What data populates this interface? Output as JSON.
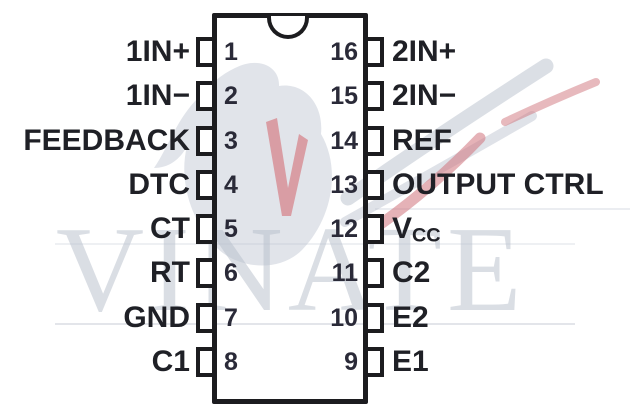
{
  "diagram_type": "ic-pinout-16-dip",
  "pins": {
    "left": [
      {
        "num": "1",
        "label": "1IN+"
      },
      {
        "num": "2",
        "label": "1IN−"
      },
      {
        "num": "3",
        "label": "FEEDBACK"
      },
      {
        "num": "4",
        "label": "DTC"
      },
      {
        "num": "5",
        "label": "CT"
      },
      {
        "num": "6",
        "label": "RT"
      },
      {
        "num": "7",
        "label": "GND"
      },
      {
        "num": "8",
        "label": "C1"
      }
    ],
    "right": [
      {
        "num": "16",
        "label": "2IN+",
        "sub": ""
      },
      {
        "num": "15",
        "label": "2IN−",
        "sub": ""
      },
      {
        "num": "14",
        "label": "REF",
        "sub": ""
      },
      {
        "num": "13",
        "label": "OUTPUT CTRL",
        "sub": ""
      },
      {
        "num": "12",
        "label": "V",
        "sub": "CC"
      },
      {
        "num": "11",
        "label": "C2",
        "sub": ""
      },
      {
        "num": "10",
        "label": "E2",
        "sub": ""
      },
      {
        "num": "9",
        "label": "E1",
        "sub": ""
      }
    ]
  },
  "watermark": {
    "text": "VINATE"
  },
  "colors": {
    "background": "#ffffff",
    "outline": "#1c1c1f",
    "label_text": "#1f2026",
    "number_text": "#2a2a38",
    "watermark_gray": "#dcdfe7",
    "logo_gray": "#c3c9d5",
    "logo_red": "#d4737c"
  }
}
